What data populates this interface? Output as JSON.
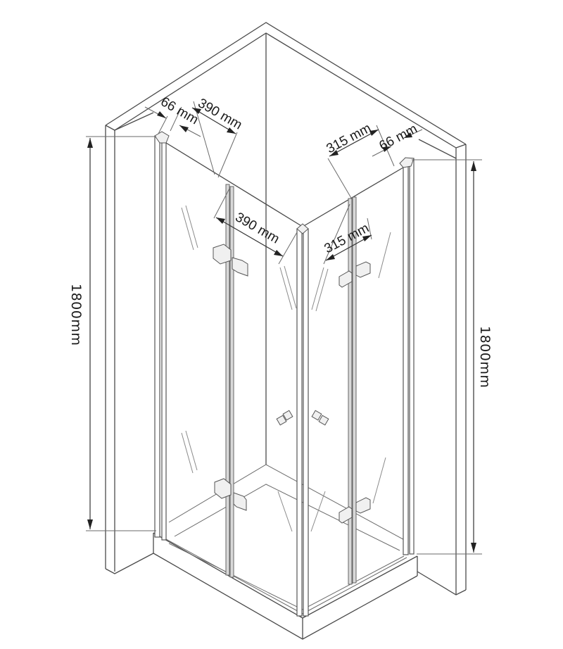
{
  "diagram": {
    "title": "Shower enclosure with bi-fold doors – dimension drawing",
    "colors": {
      "background": "#ffffff",
      "line": "#4a4a4a",
      "text": "#1a1a1a"
    },
    "dimensions": {
      "left_wall_profile": "66 mm",
      "left_top_panel": "390 mm",
      "left_door_panel": "390 mm",
      "right_top_panel": "315 mm",
      "right_wall_profile": "66 mm",
      "right_door_panel": "315 mm",
      "left_height": "1800mm",
      "right_height": "1800mm"
    },
    "components": [
      "wall-left",
      "wall-right",
      "shower-tray",
      "left-bifold-door",
      "right-bifold-door",
      "corner-profile",
      "hinges",
      "knobs"
    ]
  }
}
